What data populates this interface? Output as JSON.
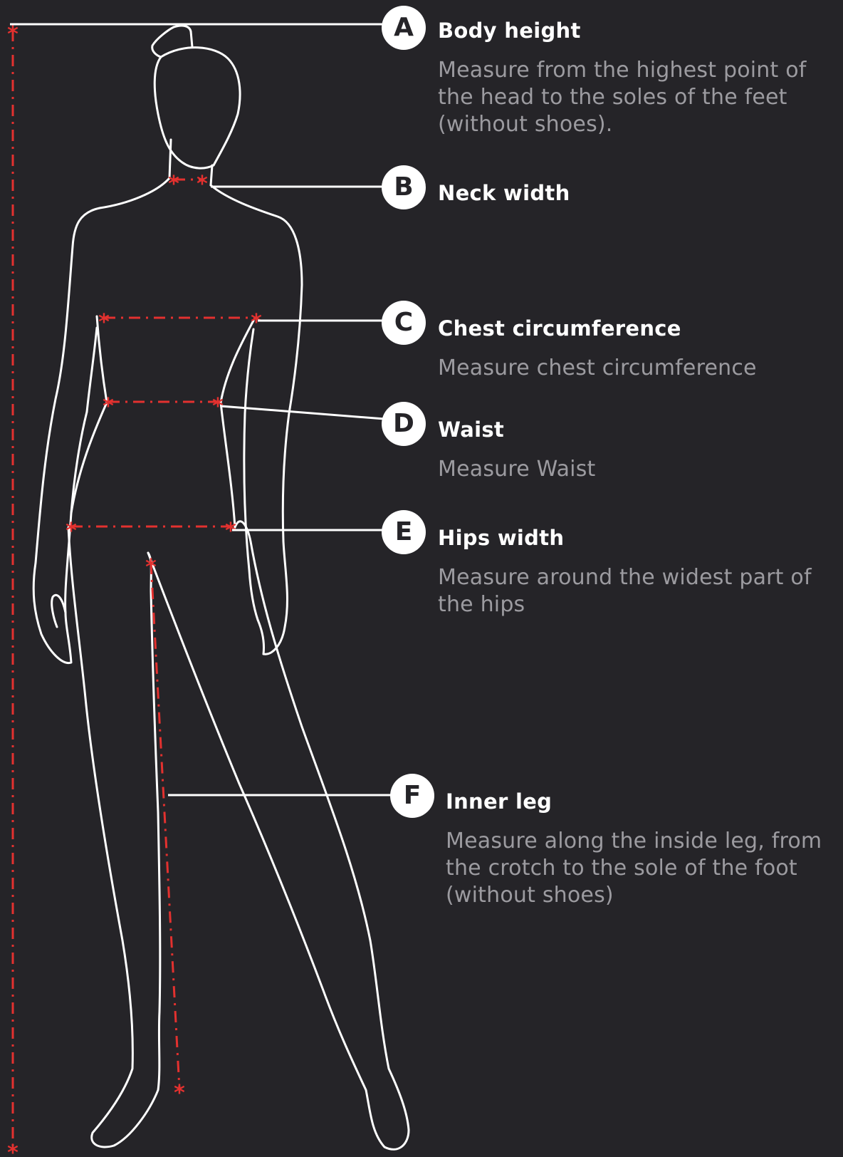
{
  "colors": {
    "background": "#252428",
    "outline": "#ffffff",
    "measure_marker": "#e3312f",
    "description_text": "#9c9ba0"
  },
  "measurements": [
    {
      "letter": "A",
      "title": "Body height",
      "description": "Measure from the highest point of the head to the soles of the feet (without shoes)."
    },
    {
      "letter": "B",
      "title": "Neck width",
      "description": ""
    },
    {
      "letter": "C",
      "title": "Chest circumference",
      "description": "Measure chest circumference"
    },
    {
      "letter": "D",
      "title": "Waist",
      "description": "Measure Waist"
    },
    {
      "letter": "E",
      "title": "Hips width",
      "description": "Measure around the widest part of the hips"
    },
    {
      "letter": "F",
      "title": "Inner leg",
      "description": "Measure along the inside leg, from the crotch to the sole of the foot (without shoes)"
    }
  ]
}
